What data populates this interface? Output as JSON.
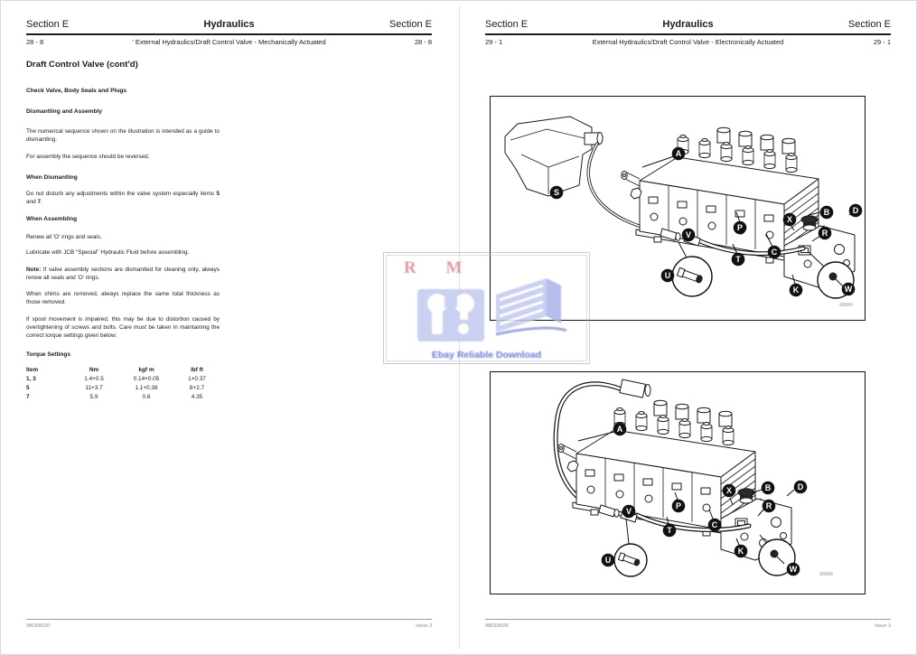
{
  "callouts": {
    "A": "A",
    "B": "B",
    "C": "C",
    "D": "D",
    "K": "K",
    "P": "P",
    "R": "R",
    "S": "S",
    "T": "T",
    "U": "U",
    "V": "V",
    "W": "W",
    "X": "X"
  },
  "watermark": {
    "letters": "R M",
    "caption": "Ebay Reliable Download"
  },
  "left_page": {
    "header": {
      "section_left": "Section E",
      "title": "Hydraulics",
      "section_right": "Section E",
      "page_left": "28 - 8",
      "subtitle_mark": "'",
      "subtitle": "External Hydraulics/Draft Control Valve - Mechanically Actuated",
      "page_right": "28 - 8"
    },
    "title": "Draft Control Valve (cont'd)",
    "sub1": "Check Valve, Body Seals and Plugs",
    "sub2": "Dismantling and Assembly",
    "p1": "The numerical sequence shown on the illustration is intended as a guide to dismantling.",
    "p2": "For assembly the sequence should be reversed.",
    "h_dismantling": "When Dismantling",
    "p3_pre": "Do not disturb any adjustments within the valve system especially items ",
    "p3_b1": "5",
    "p3_mid": " and ",
    "p3_b2": "7",
    "p3_post": ".",
    "h_assembling": "When Assembling",
    "p4": "Renew all 'O' rings and seals.",
    "p5": "Lubricate with JCB \"Special\" Hydraulic Fluid before assembling.",
    "note_label": "Note: ",
    "note_text": "If valve assembly sections are dismantled for cleaning only, always renew all seals and 'O' rings.",
    "p6": "When shims are removed, always replace the same total thickness as those removed.",
    "p7": "If spool movement is impaired, this may be due to distortion caused by overtightening of screws and bolts. Care must be taken in maintaining the correct torque settings given below:",
    "torque_heading": "Torque Settings",
    "torque_columns": [
      "Item",
      "Nm",
      "kgf m",
      "lbf ft"
    ],
    "torque_rows": [
      [
        "1, 3",
        "1.4+0.5",
        "0.14+0.05",
        "1+0.37"
      ],
      [
        "5",
        "11+3.7",
        "1.1+0.38",
        "8+2.7"
      ],
      [
        "7",
        "5.9",
        "0.6",
        "4.35"
      ]
    ],
    "footer_left": "9803/8030",
    "footer_right": "Issue 3"
  },
  "right_page": {
    "header": {
      "section_left": "Section E",
      "title": "Hydraulics",
      "section_right": "Section E",
      "page_left": "29 - 1",
      "subtitle": "External Hydraulics/Draft Control Valve - Electronically Actuated",
      "page_right": "29 - 1"
    },
    "footer_left": "9803/8030",
    "footer_right": "Issue 3"
  }
}
